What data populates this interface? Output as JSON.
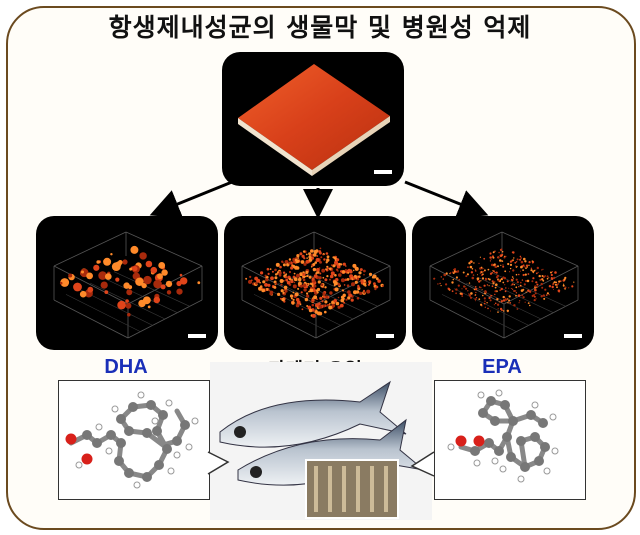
{
  "title": "항생제내성균의 생물막 및 병원성 억제",
  "panels": {
    "top": {
      "name": "control-biofilm"
    },
    "left": {
      "label": "DHA"
    },
    "middle": {
      "label": "과메기 오일"
    },
    "right": {
      "label": "EPA"
    }
  },
  "colors": {
    "frame": "#6b4a1f",
    "label_blue": "#1a2fb8",
    "biofilm": "#e0441a"
  }
}
